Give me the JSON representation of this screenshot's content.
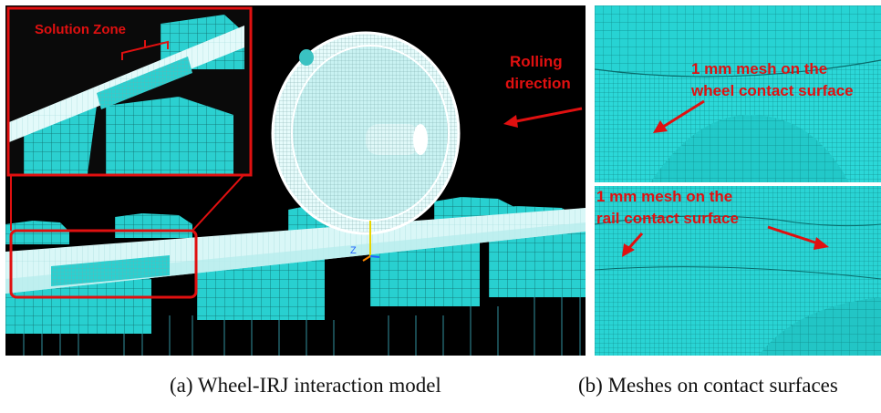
{
  "panel_a": {
    "inset_label": "Solution Zone",
    "rolling_label_line1": "Rolling",
    "rolling_label_line2": "direction",
    "axis_z": "Z",
    "caption": "(a) Wheel-IRJ interaction model"
  },
  "panel_b": {
    "wheel_label_line1": "1 mm mesh on the",
    "wheel_label_line2": "wheel contact surface",
    "rail_label_line1": "1 mm mesh on the",
    "rail_label_line2": "rail contact surface",
    "caption": "(b)  Meshes on contact surfaces"
  },
  "colors": {
    "mesh_cyan": "#27d3d3",
    "mesh_light": "#bff5f5",
    "annotation_red": "#e01010",
    "background": "#000000"
  }
}
